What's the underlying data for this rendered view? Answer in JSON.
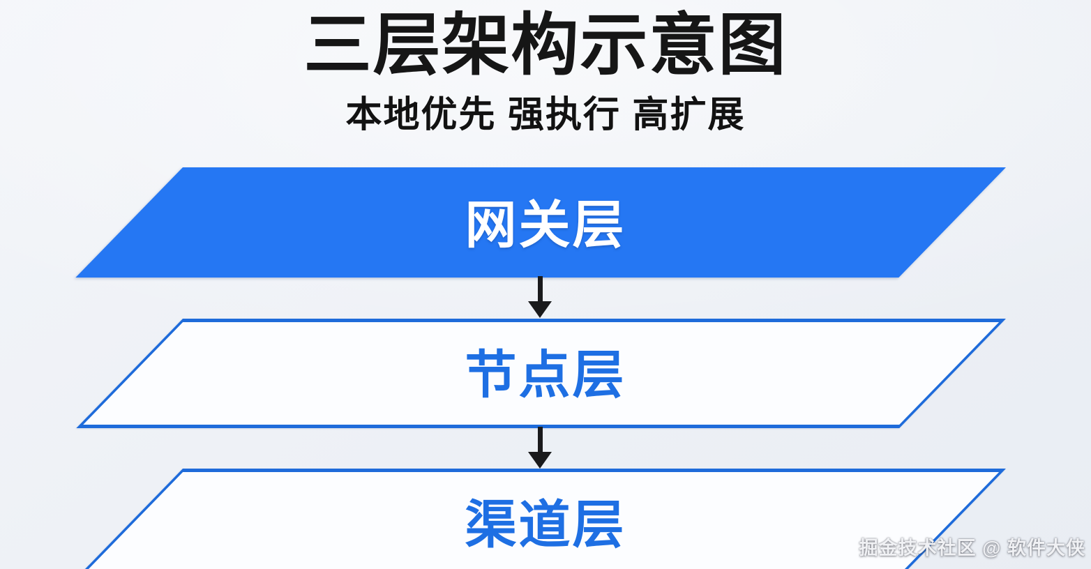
{
  "page": {
    "title": "三层架构示意图",
    "subtitle": "本地优先 强执行 高扩展",
    "watermark": "掘金技术社区 @ 软件大侠"
  },
  "diagram": {
    "type": "three-layer-architecture-flow",
    "layers": [
      {
        "id": "gateway",
        "label": "网关层",
        "shape": "parallelogram",
        "style": "solid-fill",
        "fill": "#2577F3",
        "text_color": "#FFFFFF"
      },
      {
        "id": "node",
        "label": "节点层",
        "shape": "parallelogram",
        "style": "outlined",
        "fill": "#FCFDFF",
        "border_color": "#1E6BDA",
        "text_color": "#1E6FE3"
      },
      {
        "id": "channel",
        "label": "渠道层",
        "shape": "parallelogram",
        "style": "outlined",
        "fill": "#FCFDFF",
        "border_color": "#1E6BDA",
        "text_color": "#1E6FE3"
      }
    ],
    "connectors": [
      {
        "from": "网关层",
        "to": "节点层",
        "type": "arrow-down",
        "color": "#1A1A1C"
      },
      {
        "from": "节点层",
        "to": "渠道层",
        "type": "arrow-down",
        "color": "#1A1A1C"
      }
    ],
    "colors": {
      "accent_blue": "#2577F3",
      "border_blue": "#1E6BDA",
      "label_blue": "#1E6FE3",
      "arrow_black": "#1A1A1C",
      "background": "#F0F3F7",
      "title_black": "#161616"
    }
  }
}
